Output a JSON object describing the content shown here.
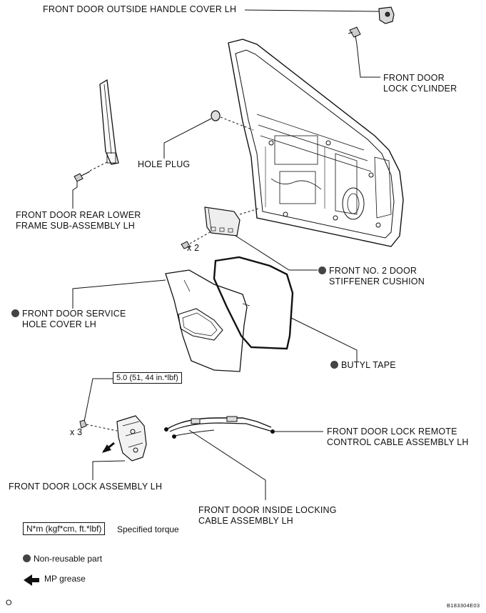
{
  "labels": {
    "outside_handle_cover": "FRONT DOOR OUTSIDE HANDLE COVER LH",
    "lock_cylinder": [
      "FRONT DOOR",
      "LOCK CYLINDER"
    ],
    "hole_plug": "HOLE PLUG",
    "rear_lower_frame": [
      "FRONT DOOR REAR LOWER",
      "FRAME SUB-ASSEMBLY LH"
    ],
    "stiffener_cushion": [
      "FRONT NO. 2 DOOR",
      "STIFFENER CUSHION"
    ],
    "service_hole_cover": [
      "FRONT DOOR SERVICE",
      "HOLE COVER LH"
    ],
    "butyl_tape": "BUTYL TAPE",
    "lock_assembly": "FRONT DOOR LOCK ASSEMBLY LH",
    "remote_control_cable": [
      "FRONT DOOR LOCK REMOTE",
      "CONTROL CABLE ASSEMBLY LH"
    ],
    "inside_locking_cable": [
      "FRONT DOOR INSIDE LOCKING",
      "CABLE ASSEMBLY LH"
    ]
  },
  "quantities": {
    "cushion_screws": "x 2",
    "lock_screws": "x 3"
  },
  "torque_spec": "5.0 (51, 44 in.*lbf)",
  "legend": {
    "torque_box": "N*m (kgf*cm, ft.*lbf)",
    "torque_text": "Specified torque",
    "non_reusable": "Non-reusable part",
    "mp_grease": "MP grease"
  },
  "corner_mark": "O",
  "figure_code": "B183304E03",
  "colors": {
    "ink": "#111111",
    "dot": "#444444",
    "paper": "#ffffff"
  },
  "icons": [
    "non-reusable-dot-icon",
    "mp-grease-arrow-icon"
  ]
}
